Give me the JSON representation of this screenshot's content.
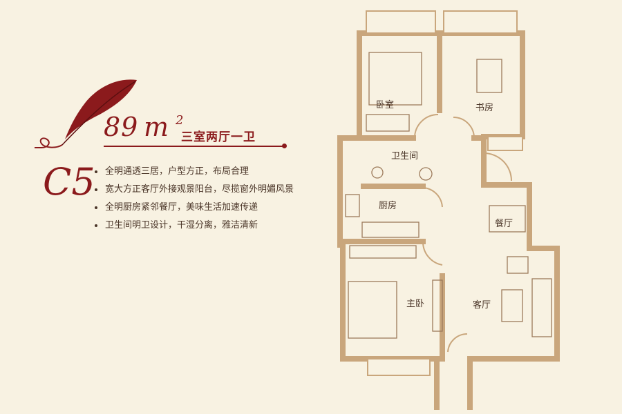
{
  "title": {
    "area_value": "89",
    "area_unit": "m",
    "area_superscript": "2",
    "layout": "三室两厅一卫",
    "model_code": "C5"
  },
  "features": [
    "全明通透三居，户型方正，布局合理",
    "宽大方正客厅外接观景阳台，尽揽窗外明媚风景",
    "全明厨房紧邻餐厅，美味生活加速传递",
    "卫生间明卫设计，干湿分离，雅洁清新"
  ],
  "rooms": {
    "bedroom": "卧室",
    "study": "书房",
    "bathroom": "卫生间",
    "kitchen": "厨房",
    "dining": "餐厅",
    "master_bedroom": "主卧",
    "living": "客厅"
  },
  "colors": {
    "accent": "#8b1a1c",
    "wall": "#c9a67c",
    "background": "#f8f2e2",
    "text": "#4a3528"
  }
}
